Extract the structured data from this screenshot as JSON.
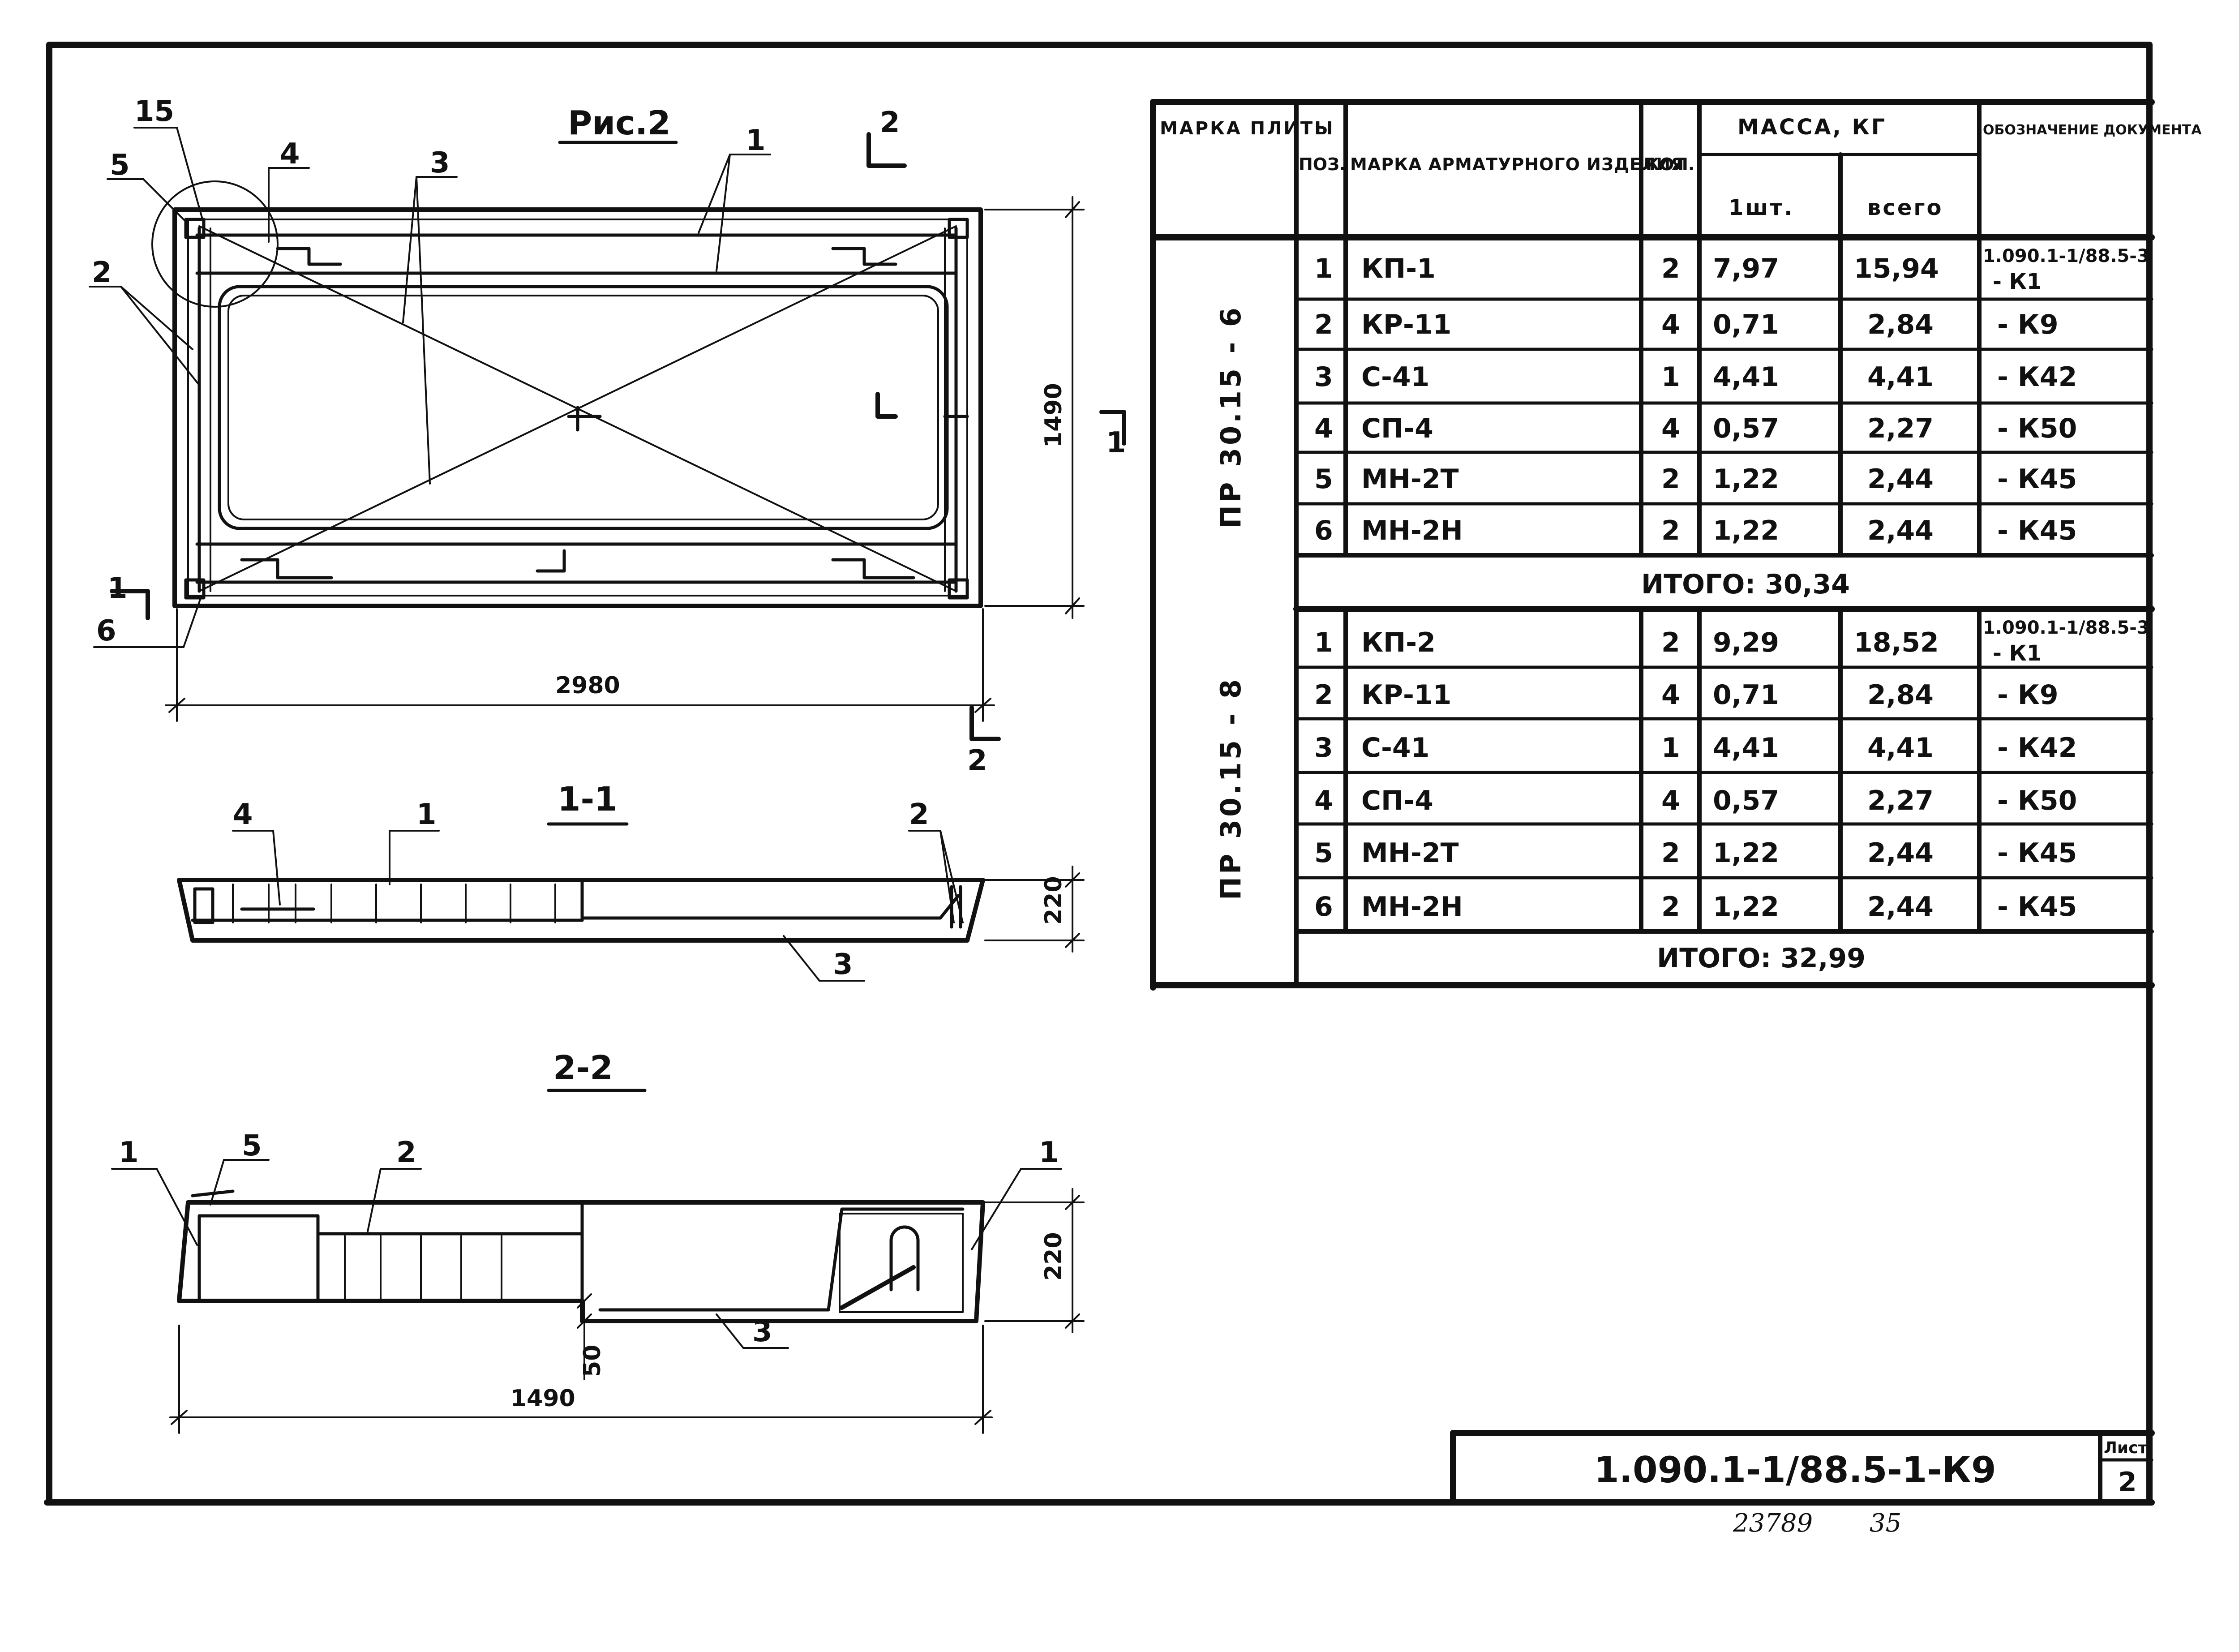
{
  "drawing": {
    "figure_title": "Рис.2",
    "callouts": {
      "plan": [
        "15",
        "5",
        "4",
        "3",
        "1",
        "2",
        "6"
      ],
      "section_1_1": [
        "4",
        "1",
        "2",
        "3"
      ],
      "section_2_2": [
        "1",
        "5",
        "2",
        "1",
        "3"
      ]
    },
    "section_marks": {
      "top_2": "2",
      "bottom_2": "2",
      "left_1": "1",
      "right_1": "1"
    },
    "dimensions": {
      "plan_width": "2980",
      "plan_height": "1490",
      "section_1_1_height": "220",
      "section_2_2_height": "220",
      "section_2_2_width": "1490",
      "section_2_2_step": "50"
    },
    "section_titles": {
      "s1": "1-1",
      "s2": "2-2"
    }
  },
  "table": {
    "headers": {
      "mark": "МАРКА ПЛИТЫ",
      "pos": "ПОЗ.",
      "item": "МАРКА АРМАТУРНОГО ИЗДЕЛИЯ",
      "qty": "КОЛ.",
      "mass": "МАССА, КГ",
      "mass_one": "1шт.",
      "mass_total": "всего",
      "doc": "ОБОЗНАЧЕНИЕ ДОКУМЕНТА"
    },
    "groups": [
      {
        "mark": "ПР 30.15 - 6",
        "rows": [
          {
            "pos": "1",
            "item": "КП-1",
            "qty": "2",
            "one": "7,97",
            "total": "15,94",
            "doc": "1.090.1-1/88.5-3",
            "doc2": "- К1"
          },
          {
            "pos": "2",
            "item": "КР-11",
            "qty": "4",
            "one": "0,71",
            "total": "2,84",
            "doc": "- К9",
            "doc2": ""
          },
          {
            "pos": "3",
            "item": "С-41",
            "qty": "1",
            "one": "4,41",
            "total": "4,41",
            "doc": "- К42",
            "doc2": ""
          },
          {
            "pos": "4",
            "item": "СП-4",
            "qty": "4",
            "one": "0,57",
            "total": "2,27",
            "doc": "- К50",
            "doc2": ""
          },
          {
            "pos": "5",
            "item": "МН-2Т",
            "qty": "2",
            "one": "1,22",
            "total": "2,44",
            "doc": "- К45",
            "doc2": ""
          },
          {
            "pos": "6",
            "item": "МН-2Н",
            "qty": "2",
            "one": "1,22",
            "total": "2,44",
            "doc": "- К45",
            "doc2": ""
          }
        ],
        "total": "ИТОГО: 30,34"
      },
      {
        "mark": "ПР 30.15 - 8",
        "rows": [
          {
            "pos": "1",
            "item": "КП-2",
            "qty": "2",
            "one": "9,29",
            "total": "18,52",
            "doc": "1.090.1-1/88.5-3",
            "doc2": "- К1"
          },
          {
            "pos": "2",
            "item": "КР-11",
            "qty": "4",
            "one": "0,71",
            "total": "2,84",
            "doc": "- К9",
            "doc2": ""
          },
          {
            "pos": "3",
            "item": "С-41",
            "qty": "1",
            "one": "4,41",
            "total": "4,41",
            "doc": "- К42",
            "doc2": ""
          },
          {
            "pos": "4",
            "item": "СП-4",
            "qty": "4",
            "one": "0,57",
            "total": "2,27",
            "doc": "- К50",
            "doc2": ""
          },
          {
            "pos": "5",
            "item": "МН-2Т",
            "qty": "2",
            "one": "1,22",
            "total": "2,44",
            "doc": "- К45",
            "doc2": ""
          },
          {
            "pos": "6",
            "item": "МН-2Н",
            "qty": "2",
            "one": "1,22",
            "total": "2,44",
            "doc": "- К45",
            "doc2": ""
          }
        ],
        "total": "ИТОГО: 32,99"
      }
    ]
  },
  "title_block": {
    "designation": "1.090.1-1/88.5-1-К9",
    "sheet_label": "Лист",
    "sheet_number": "2"
  },
  "footer": {
    "inventory": "23789",
    "page": "35"
  }
}
